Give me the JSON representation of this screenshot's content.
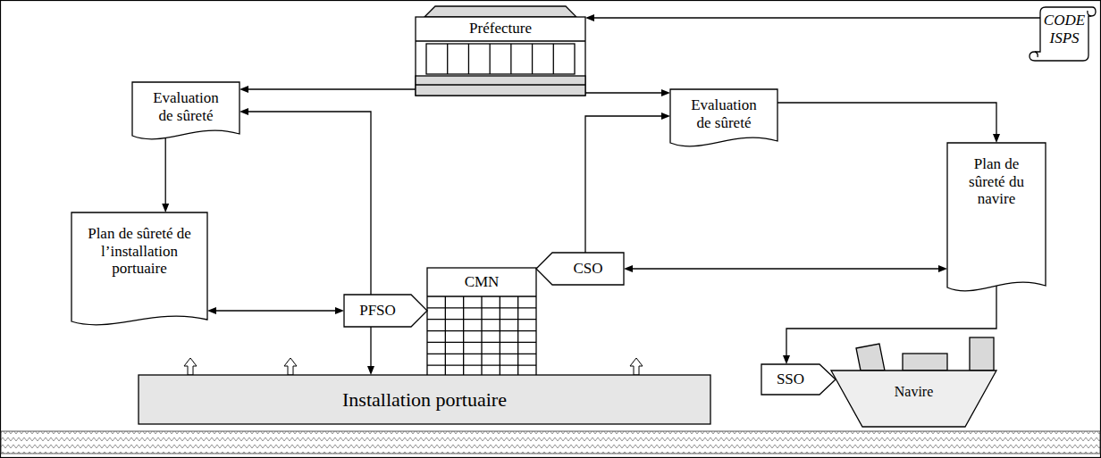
{
  "diagram": {
    "nodes": [
      {
        "text": [
          "Préfecture"
        ]
      },
      {
        "text": [
          "CODE ISPS"
        ]
      },
      {
        "text": [
          "Evaluation de sûreté"
        ]
      },
      {
        "text": [
          "Evaluation de sûreté"
        ]
      },
      {
        "text": [
          "Plan de sûreté du navire"
        ]
      },
      {
        "text": [
          "Plan de sûreté de l’installation portuaire"
        ]
      },
      {
        "text": [
          "CMN"
        ]
      },
      {
        "text": [
          "PFSO"
        ]
      },
      {
        "text": [
          "CSO"
        ]
      },
      {
        "text": [
          "SSO"
        ]
      },
      {
        "text": [
          "Installation portuaire"
        ]
      },
      {
        "text": [
          "Navire"
        ]
      }
    ],
    "edges": [
      {
        "from": 1,
        "to": 0,
        "arrow": "to"
      },
      {
        "from": 0,
        "to": 2,
        "arrow": "to"
      },
      {
        "from": 0,
        "to": 3,
        "arrow": "to"
      },
      {
        "from": 7,
        "to": 2,
        "arrow": "to"
      },
      {
        "from": 2,
        "to": 5,
        "arrow": "to"
      },
      {
        "from": 5,
        "to": 7,
        "arrow": "both"
      },
      {
        "from": 7,
        "to": 10,
        "arrow": "to"
      },
      {
        "from": 8,
        "to": 3,
        "arrow": "to"
      },
      {
        "from": 3,
        "to": 4,
        "arrow": "to"
      },
      {
        "from": 8,
        "to": 4,
        "arrow": "both"
      },
      {
        "from": 4,
        "to": 9,
        "arrow": "to"
      }
    ]
  }
}
